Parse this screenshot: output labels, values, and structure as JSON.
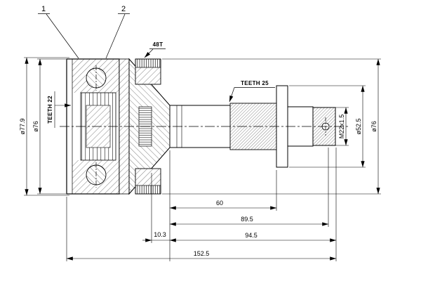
{
  "page": {
    "background": "#ffffff",
    "line_color": "#000000"
  },
  "labels": {
    "part_1": "1",
    "part_2": "2",
    "abs_ring_teeth": "48T",
    "shaft_teeth": "TEETH 25",
    "hub_teeth": "TEETH 22"
  },
  "dimensions": {
    "outer_dia": "ø77.9",
    "body_dia": "ø76",
    "ring_dia": "ø76",
    "flange_dia": "ø52.5",
    "thread_spec": "M22x1.5",
    "spline_length": "60",
    "length_89_5": "89.5",
    "offset_10_3": "10.3",
    "length_94_5": "94.5",
    "total_length": "152.5"
  }
}
